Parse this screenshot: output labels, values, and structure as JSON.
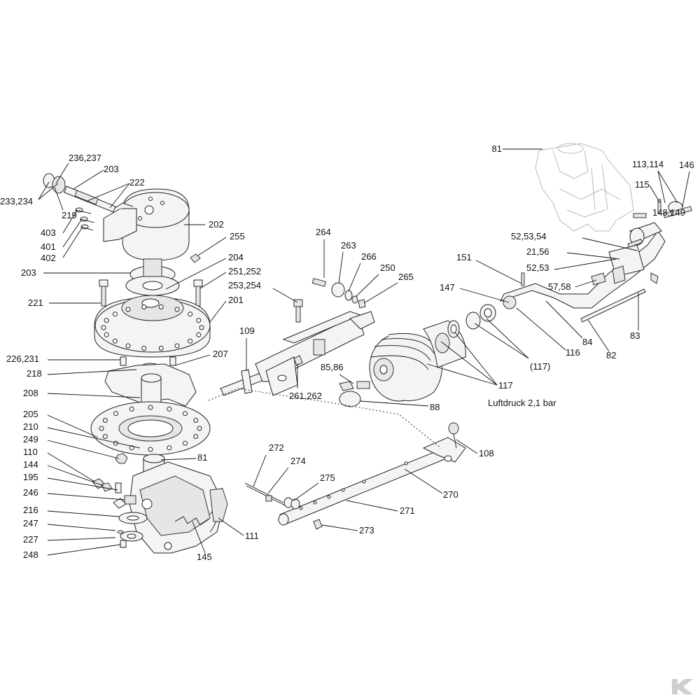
{
  "diagram": {
    "labels": [
      "81",
      "236,237",
      "203",
      "222",
      "233,234",
      "219",
      "403",
      "401",
      "402",
      "202",
      "255",
      "264",
      "263",
      "266",
      "250",
      "265",
      "151",
      "147",
      "52,53,54",
      "21,56",
      "52,53",
      "57,58",
      "113,114",
      "146",
      "115",
      "148,149",
      "203",
      "204",
      "251,252",
      "253,254",
      "221",
      "201",
      "226,231",
      "207",
      "218",
      "109",
      "261,262",
      "85,86",
      "116",
      "84",
      "82",
      "83",
      "(117)",
      "117",
      "88",
      "208",
      "205",
      "210",
      "249",
      "81",
      "110",
      "144",
      "195",
      "246",
      "216",
      "247",
      "227",
      "248",
      "111",
      "145",
      "272",
      "274",
      "275",
      "108",
      "270",
      "271",
      "273"
    ],
    "note": "Luftdruck 2,1 bar"
  },
  "logo": {
    "name": "kramp-k-logo",
    "color": "#cfcfcf"
  }
}
